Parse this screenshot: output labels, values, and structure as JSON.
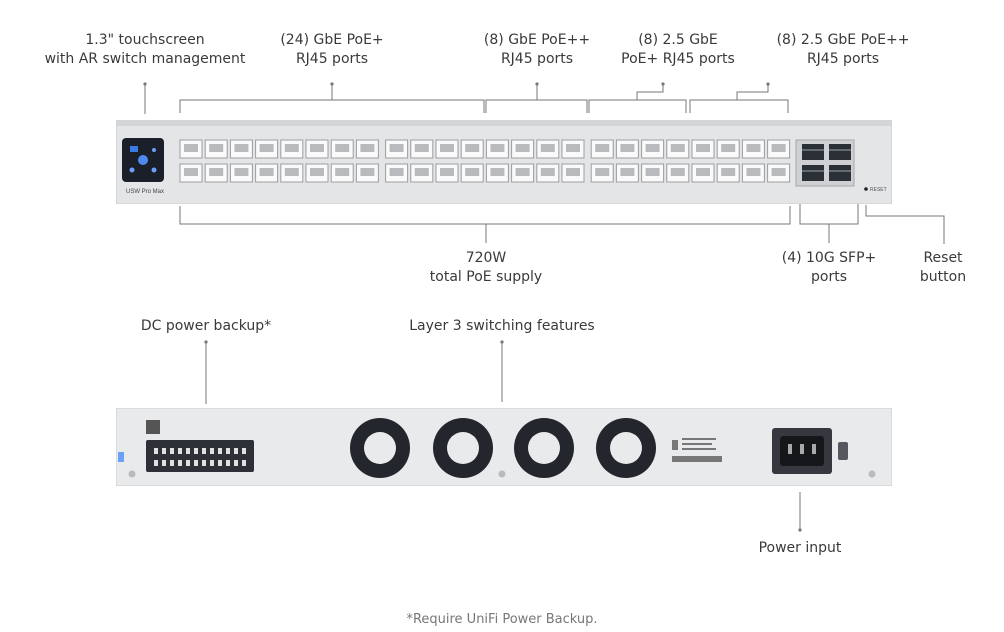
{
  "front_labels": {
    "touchscreen": [
      "1.3\" touchscreen",
      "with AR switch management"
    ],
    "gbe_poe_plus": [
      "(24) GbE PoE+",
      "RJ45 ports"
    ],
    "gbe_poe_plusplus": [
      "(8) GbE PoE++",
      "RJ45 ports"
    ],
    "poe_plus_2_5": [
      "(8) 2.5 GbE",
      "PoE+ RJ45 ports"
    ],
    "poe_plusplus_2_5": [
      "(8) 2.5 GbE PoE++",
      "RJ45 ports"
    ],
    "poe_supply": [
      "720W",
      "total PoE supply"
    ],
    "sfp_ports": [
      "(4) 10G SFP+",
      "ports"
    ],
    "reset_button": [
      "Reset",
      "button"
    ]
  },
  "front_panel": {
    "brand_text": "USW Pro Max",
    "reset_text": "RESET"
  },
  "rear_labels": {
    "dc_power": "DC power backup*",
    "layer3": "Layer 3 switching features",
    "power_input": "Power input"
  },
  "footnote": "*Require UniFi Power Backup."
}
